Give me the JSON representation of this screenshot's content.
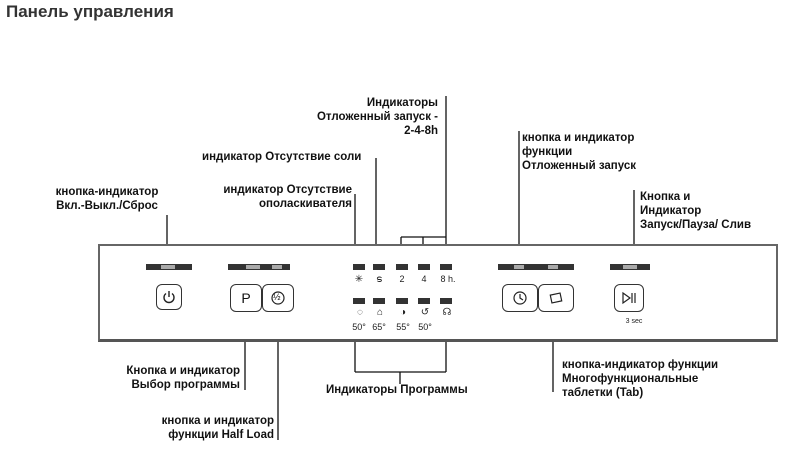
{
  "title": "Панель управления",
  "labels": {
    "delay_indicators": [
      "Индикаторы",
      "Отложенный запуск -",
      "2-4-8h"
    ],
    "salt": "индикатор Отсутствие соли",
    "rinse": [
      "индикатор Отсутствие",
      "ополаскивателя"
    ],
    "power": [
      "кнопка-индикатор",
      "Вкл.-Выкл./Сброс"
    ],
    "delay_button": [
      "кнопка и индикатор",
      "функции",
      "Отложенный запуск"
    ],
    "start_button": [
      "Кнопка и",
      "Индикатор",
      "Запуск/Пауза/ Слив"
    ],
    "program_select": [
      "Кнопка и индикатор",
      "Выбор программы"
    ],
    "half_load": [
      "кнопка и индикатор",
      "функции Half Load"
    ],
    "program_indicators": "Индикаторы Программы",
    "tab": [
      "кнопка-индикатор функции",
      "Многофункциональные",
      "таблетки (Tab)"
    ]
  },
  "panel": {
    "program_button_letter": "P",
    "half_load_glyph": "½",
    "delay_hours": [
      "2",
      "4",
      "8 h."
    ],
    "program_temps": [
      "50°",
      "65°",
      "55°",
      "50°"
    ],
    "start_hint": "3 sec"
  },
  "icons": [
    "power-icon",
    "half-load-icon",
    "salt-icon",
    "rinse-aid-icon",
    "delay-start-icon",
    "tab-icon",
    "play-pause-icon",
    "eco-icon",
    "intensive-icon",
    "normal-icon",
    "quick-icon",
    "bio-icon"
  ]
}
